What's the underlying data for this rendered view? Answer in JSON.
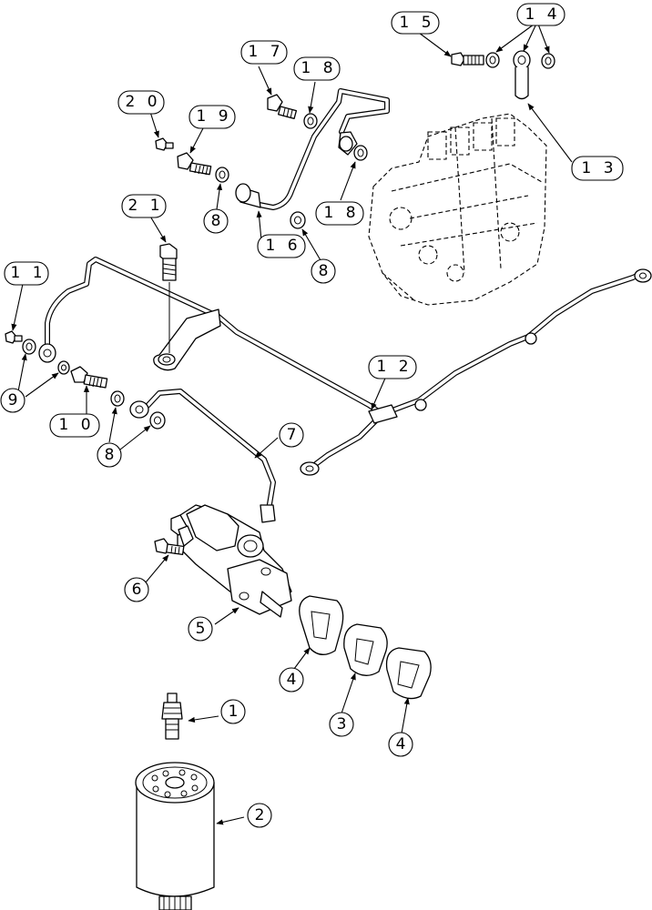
{
  "callouts": [
    {
      "id": "c1",
      "label": "1"
    },
    {
      "id": "c2",
      "label": "2"
    },
    {
      "id": "c3",
      "label": "3"
    },
    {
      "id": "c4a",
      "label": "4"
    },
    {
      "id": "c4b",
      "label": "4"
    },
    {
      "id": "c5",
      "label": "5"
    },
    {
      "id": "c6",
      "label": "6"
    },
    {
      "id": "c7",
      "label": "7"
    },
    {
      "id": "c8a",
      "label": "8"
    },
    {
      "id": "c8b",
      "label": "8"
    },
    {
      "id": "c8c",
      "label": "8"
    },
    {
      "id": "c9",
      "label": "9"
    },
    {
      "id": "c10",
      "label": "1 0"
    },
    {
      "id": "c11",
      "label": "1 1"
    },
    {
      "id": "c12",
      "label": "1 2"
    },
    {
      "id": "c13",
      "label": "1 3"
    },
    {
      "id": "c14",
      "label": "1 4"
    },
    {
      "id": "c15",
      "label": "1 5"
    },
    {
      "id": "c16",
      "label": "1 6"
    },
    {
      "id": "c17",
      "label": "1 7"
    },
    {
      "id": "c18a",
      "label": "1 8"
    },
    {
      "id": "c18b",
      "label": "1 8"
    },
    {
      "id": "c19",
      "label": "1 9"
    },
    {
      "id": "c20",
      "label": "2 0"
    },
    {
      "id": "c21",
      "label": "2 1"
    }
  ]
}
